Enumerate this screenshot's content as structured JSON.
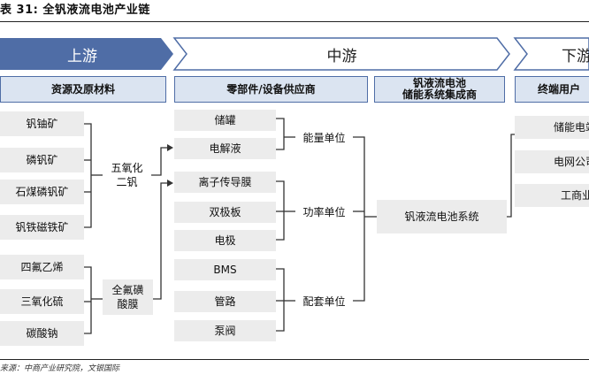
{
  "title": "表 31: 全钒液流电池产业链",
  "stages": {
    "upstream": "上游",
    "midstream": "中游",
    "downstream": "下游"
  },
  "headers": {
    "raw": "资源及原材料",
    "parts": "零部件/设备供应商",
    "integrator": "钒液流电池\n储能系统集成商",
    "end": "终端用户"
  },
  "raw_materials": [
    "钒铀矿",
    "磷钒矿",
    "石煤磷钒矿",
    "钒铁磁铁矿",
    "四氟乙烯",
    "三氧化硫",
    "碳酸钠"
  ],
  "intermediates": {
    "v2o5": "五氧化\n二钒",
    "membrane": "全氟磺\n酸膜"
  },
  "components": [
    "储罐",
    "电解液",
    "离子传导膜",
    "双极板",
    "电极",
    "BMS",
    "管路",
    "泵阀"
  ],
  "units": {
    "energy": "能量单位",
    "power": "功率单位",
    "support": "配套单位"
  },
  "system": "钒液流电池系统",
  "end_users": [
    "储能电站",
    "电网公司",
    "工商业"
  ],
  "source": "来源：中商产业研究院，文银国际"
}
